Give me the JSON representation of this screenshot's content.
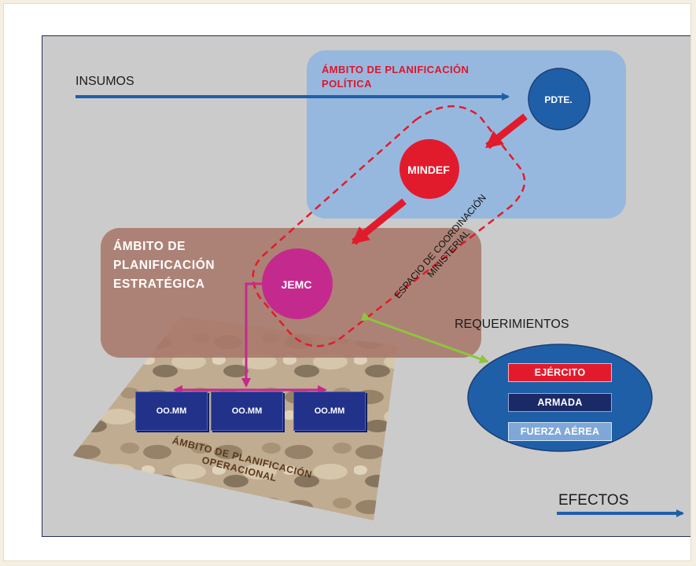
{
  "inputs": {
    "label": "INSUMOS"
  },
  "political_scope": {
    "title": "ÁMBITO DE PLANIFICACIÓN\nPOLÍTICA",
    "color": "#e0142b"
  },
  "strategic_scope": {
    "title": "ÁMBITO DE\nPLANIFICACIÓN\nESTRATÉGICA"
  },
  "operational_scope": {
    "title": "ÁMBITO DE PLANIFICACIÓN\nOPERACIONAL"
  },
  "coordination_space": {
    "label": "ESPACIO DE COORDINACIÓN\nMINISTERIAL"
  },
  "nodes": {
    "pdte": {
      "label": "PDTE.",
      "color": "#1f5fa8"
    },
    "mindef": {
      "label": "MINDEF",
      "color": "#e21b2c"
    },
    "jemc": {
      "label": "JEMC",
      "color": "#c42a8d"
    }
  },
  "operational_commands": [
    "OO.MM",
    "OO.MM",
    "OO.MM"
  ],
  "requirements": {
    "title": "REQUERIMIENTOS",
    "items": [
      {
        "label": "EJÉRCITO",
        "color": "#e21b2c"
      },
      {
        "label": "ARMADA",
        "color": "#1b2a66"
      },
      {
        "label": "FUERZA AÉREA",
        "color": "#7fa8d8"
      }
    ]
  },
  "effects": {
    "label": "EFECTOS"
  }
}
